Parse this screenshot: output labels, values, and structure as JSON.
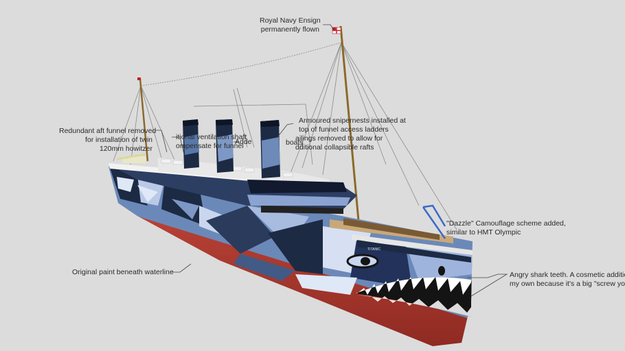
{
  "annotations": {
    "ensign": [
      "Royal Navy Ensign",
      "permanently flown"
    ],
    "funnel": [
      "Redundant aft funnel removed",
      "for installation of twin",
      "120mm howitzer"
    ],
    "vent": [
      "itional ventilation shaft",
      "ompensate for funnel"
    ],
    "added": [
      "Adde"
    ],
    "snipers": [
      "Armoured snipernests installed at",
      "top of funnel access ladders"
    ],
    "railings": [
      "ailings removed to allow for",
      "dditional collapsible rafts"
    ],
    "boats": [
      "boats"
    ],
    "dazzle": [
      "\"Dazzle\" Camouflage scheme added,",
      "similar to HMT Olympic"
    ],
    "shark": [
      "Angry shark teeth. A cosmetic addition",
      "my own because it's a big \"screw you\""
    ],
    "waterline": [
      "Original paint beneath waterline"
    ]
  },
  "ship_name": "TITANIC",
  "colors": {
    "background": "#dcdcdc",
    "hull_red": "#b63a2e",
    "dazzle_dark": "#1c2a44",
    "dazzle_mid": "#5878a8",
    "dazzle_light": "#b9c9e6",
    "teeth": "#ffffff",
    "mast": "#8b6a2a"
  }
}
